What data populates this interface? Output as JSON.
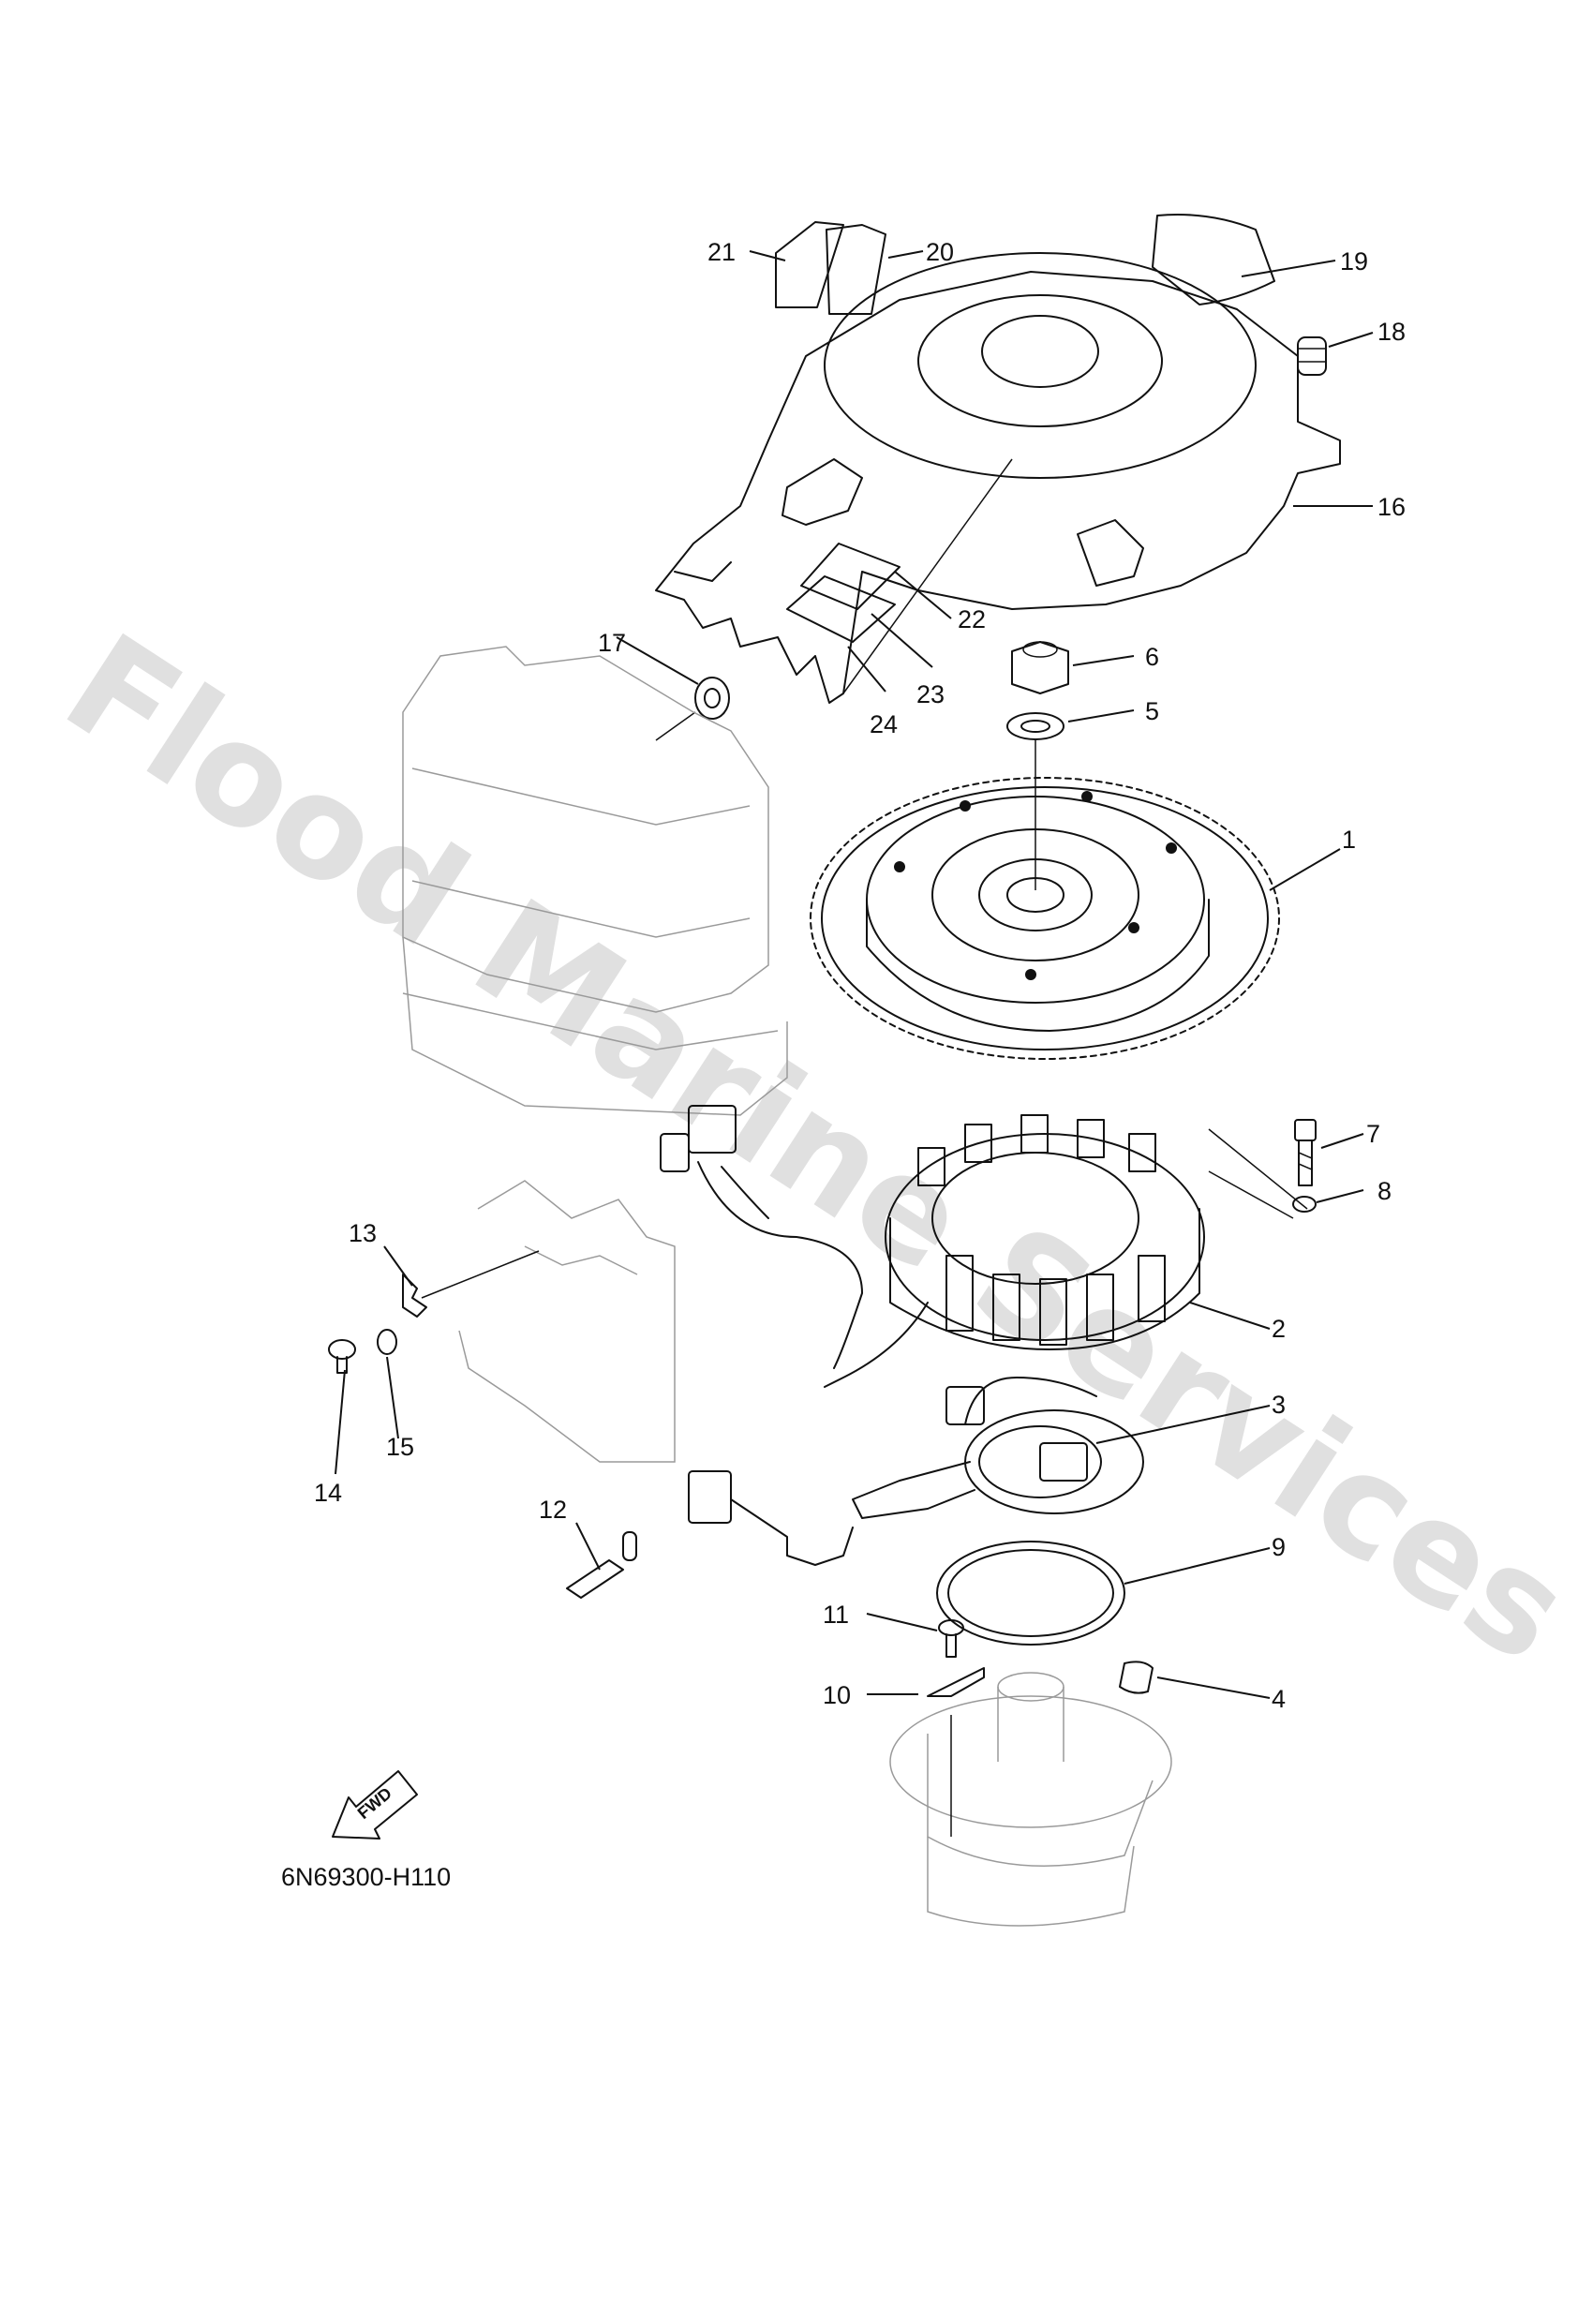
{
  "diagram": {
    "part_labels": [
      "1",
      "2",
      "3",
      "4",
      "5",
      "6",
      "7",
      "8",
      "9",
      "10",
      "11",
      "12",
      "13",
      "14",
      "15",
      "16",
      "17",
      "18",
      "19",
      "20",
      "21",
      "22",
      "23",
      "24"
    ],
    "direction_arrow": "FWD",
    "drawing_code": "6N69300-H110"
  },
  "watermark": {
    "text": "Flood Marine Services",
    "color": "#d6d6d6"
  },
  "colors": {
    "line": "#111111",
    "background": "#ffffff"
  }
}
